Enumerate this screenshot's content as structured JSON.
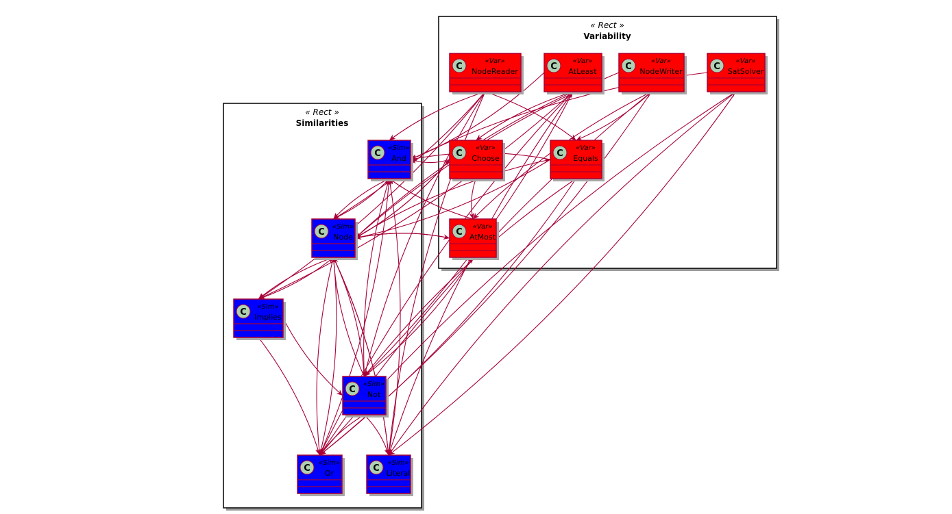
{
  "packages": [
    {
      "id": "variability",
      "stereotype": "« Rect »",
      "name": "Variability"
    },
    {
      "id": "similarities",
      "stereotype": "« Rect »",
      "name": "Similarities"
    }
  ],
  "classes": [
    {
      "id": "nodereader",
      "name": "NodeReader",
      "stereotype": "«Var»",
      "badge": "C",
      "color": "#ff0000"
    },
    {
      "id": "atleast",
      "name": "AtLeast",
      "stereotype": "«Var»",
      "badge": "C",
      "color": "#ff0000"
    },
    {
      "id": "nodewriter",
      "name": "NodeWriter",
      "stereotype": "«Var»",
      "badge": "C",
      "color": "#ff0000"
    },
    {
      "id": "satsolver",
      "name": "SatSolver",
      "stereotype": "«Var»",
      "badge": "C",
      "color": "#ff0000"
    },
    {
      "id": "choose",
      "name": "Choose",
      "stereotype": "«Var»",
      "badge": "C",
      "color": "#ff0000"
    },
    {
      "id": "equals",
      "name": "Equals",
      "stereotype": "«Var»",
      "badge": "C",
      "color": "#ff0000"
    },
    {
      "id": "atmost",
      "name": "AtMost",
      "stereotype": "«Var»",
      "badge": "C",
      "color": "#ff0000"
    },
    {
      "id": "and",
      "name": "And",
      "stereotype": "«Sim»",
      "badge": "C",
      "color": "#0000ff"
    },
    {
      "id": "node",
      "name": "Node",
      "stereotype": "«Sim»",
      "badge": "C",
      "color": "#0000ff"
    },
    {
      "id": "implies",
      "name": "Implies",
      "stereotype": "«Sim»",
      "badge": "C",
      "color": "#0000ff"
    },
    {
      "id": "not",
      "name": "Not",
      "stereotype": "«Sim»",
      "badge": "C",
      "color": "#0000ff"
    },
    {
      "id": "or",
      "name": "Or",
      "stereotype": "«Sim»",
      "badge": "C",
      "color": "#0000ff"
    },
    {
      "id": "literal",
      "name": "Literal",
      "stereotype": "«Sim»",
      "badge": "C",
      "color": "#0000ff"
    }
  ],
  "edges": [
    {
      "from": "nodereader",
      "to": "node"
    },
    {
      "from": "nodereader",
      "to": "and"
    },
    {
      "from": "nodereader",
      "to": "implies"
    },
    {
      "from": "nodereader",
      "to": "not"
    },
    {
      "from": "nodereader",
      "to": "equals"
    },
    {
      "from": "nodereader",
      "to": "literal"
    },
    {
      "from": "atleast",
      "to": "and"
    },
    {
      "from": "atleast",
      "to": "node"
    },
    {
      "from": "atleast",
      "to": "implies"
    },
    {
      "from": "atleast",
      "to": "choose"
    },
    {
      "from": "atleast",
      "to": "not"
    },
    {
      "from": "nodewriter",
      "to": "node"
    },
    {
      "from": "nodewriter",
      "to": "equals"
    },
    {
      "from": "nodewriter",
      "to": "atmost"
    },
    {
      "from": "nodewriter",
      "to": "or"
    },
    {
      "from": "satsolver",
      "to": "and"
    },
    {
      "from": "satsolver",
      "to": "literal"
    },
    {
      "from": "satsolver",
      "to": "or"
    },
    {
      "from": "choose",
      "to": "and"
    },
    {
      "from": "choose",
      "to": "atmost"
    },
    {
      "from": "choose",
      "to": "node"
    },
    {
      "from": "equals",
      "to": "and"
    },
    {
      "from": "equals",
      "to": "node"
    },
    {
      "from": "equals",
      "to": "not"
    },
    {
      "from": "equals",
      "to": "or"
    },
    {
      "from": "atmost",
      "to": "node"
    },
    {
      "from": "atmost",
      "to": "and"
    },
    {
      "from": "and",
      "to": "node"
    },
    {
      "from": "node",
      "to": "and"
    },
    {
      "from": "node",
      "to": "implies"
    },
    {
      "from": "node",
      "to": "not"
    },
    {
      "from": "node",
      "to": "or"
    },
    {
      "from": "node",
      "to": "literal"
    },
    {
      "from": "node",
      "to": "atmost"
    },
    {
      "from": "node",
      "to": "choose"
    },
    {
      "from": "node",
      "to": "equals"
    },
    {
      "from": "implies",
      "to": "node"
    },
    {
      "from": "implies",
      "to": "not"
    },
    {
      "from": "implies",
      "to": "or"
    },
    {
      "from": "not",
      "to": "node"
    },
    {
      "from": "not",
      "to": "and"
    },
    {
      "from": "not",
      "to": "or"
    },
    {
      "from": "not",
      "to": "literal"
    },
    {
      "from": "not",
      "to": "atmost"
    },
    {
      "from": "or",
      "to": "node"
    },
    {
      "from": "or",
      "to": "and"
    },
    {
      "from": "or",
      "to": "atleast"
    },
    {
      "from": "or",
      "to": "nodewriter"
    },
    {
      "from": "literal",
      "to": "node"
    },
    {
      "from": "literal",
      "to": "and"
    },
    {
      "from": "literal",
      "to": "atleast"
    },
    {
      "from": "literal",
      "to": "satsolver"
    }
  ]
}
